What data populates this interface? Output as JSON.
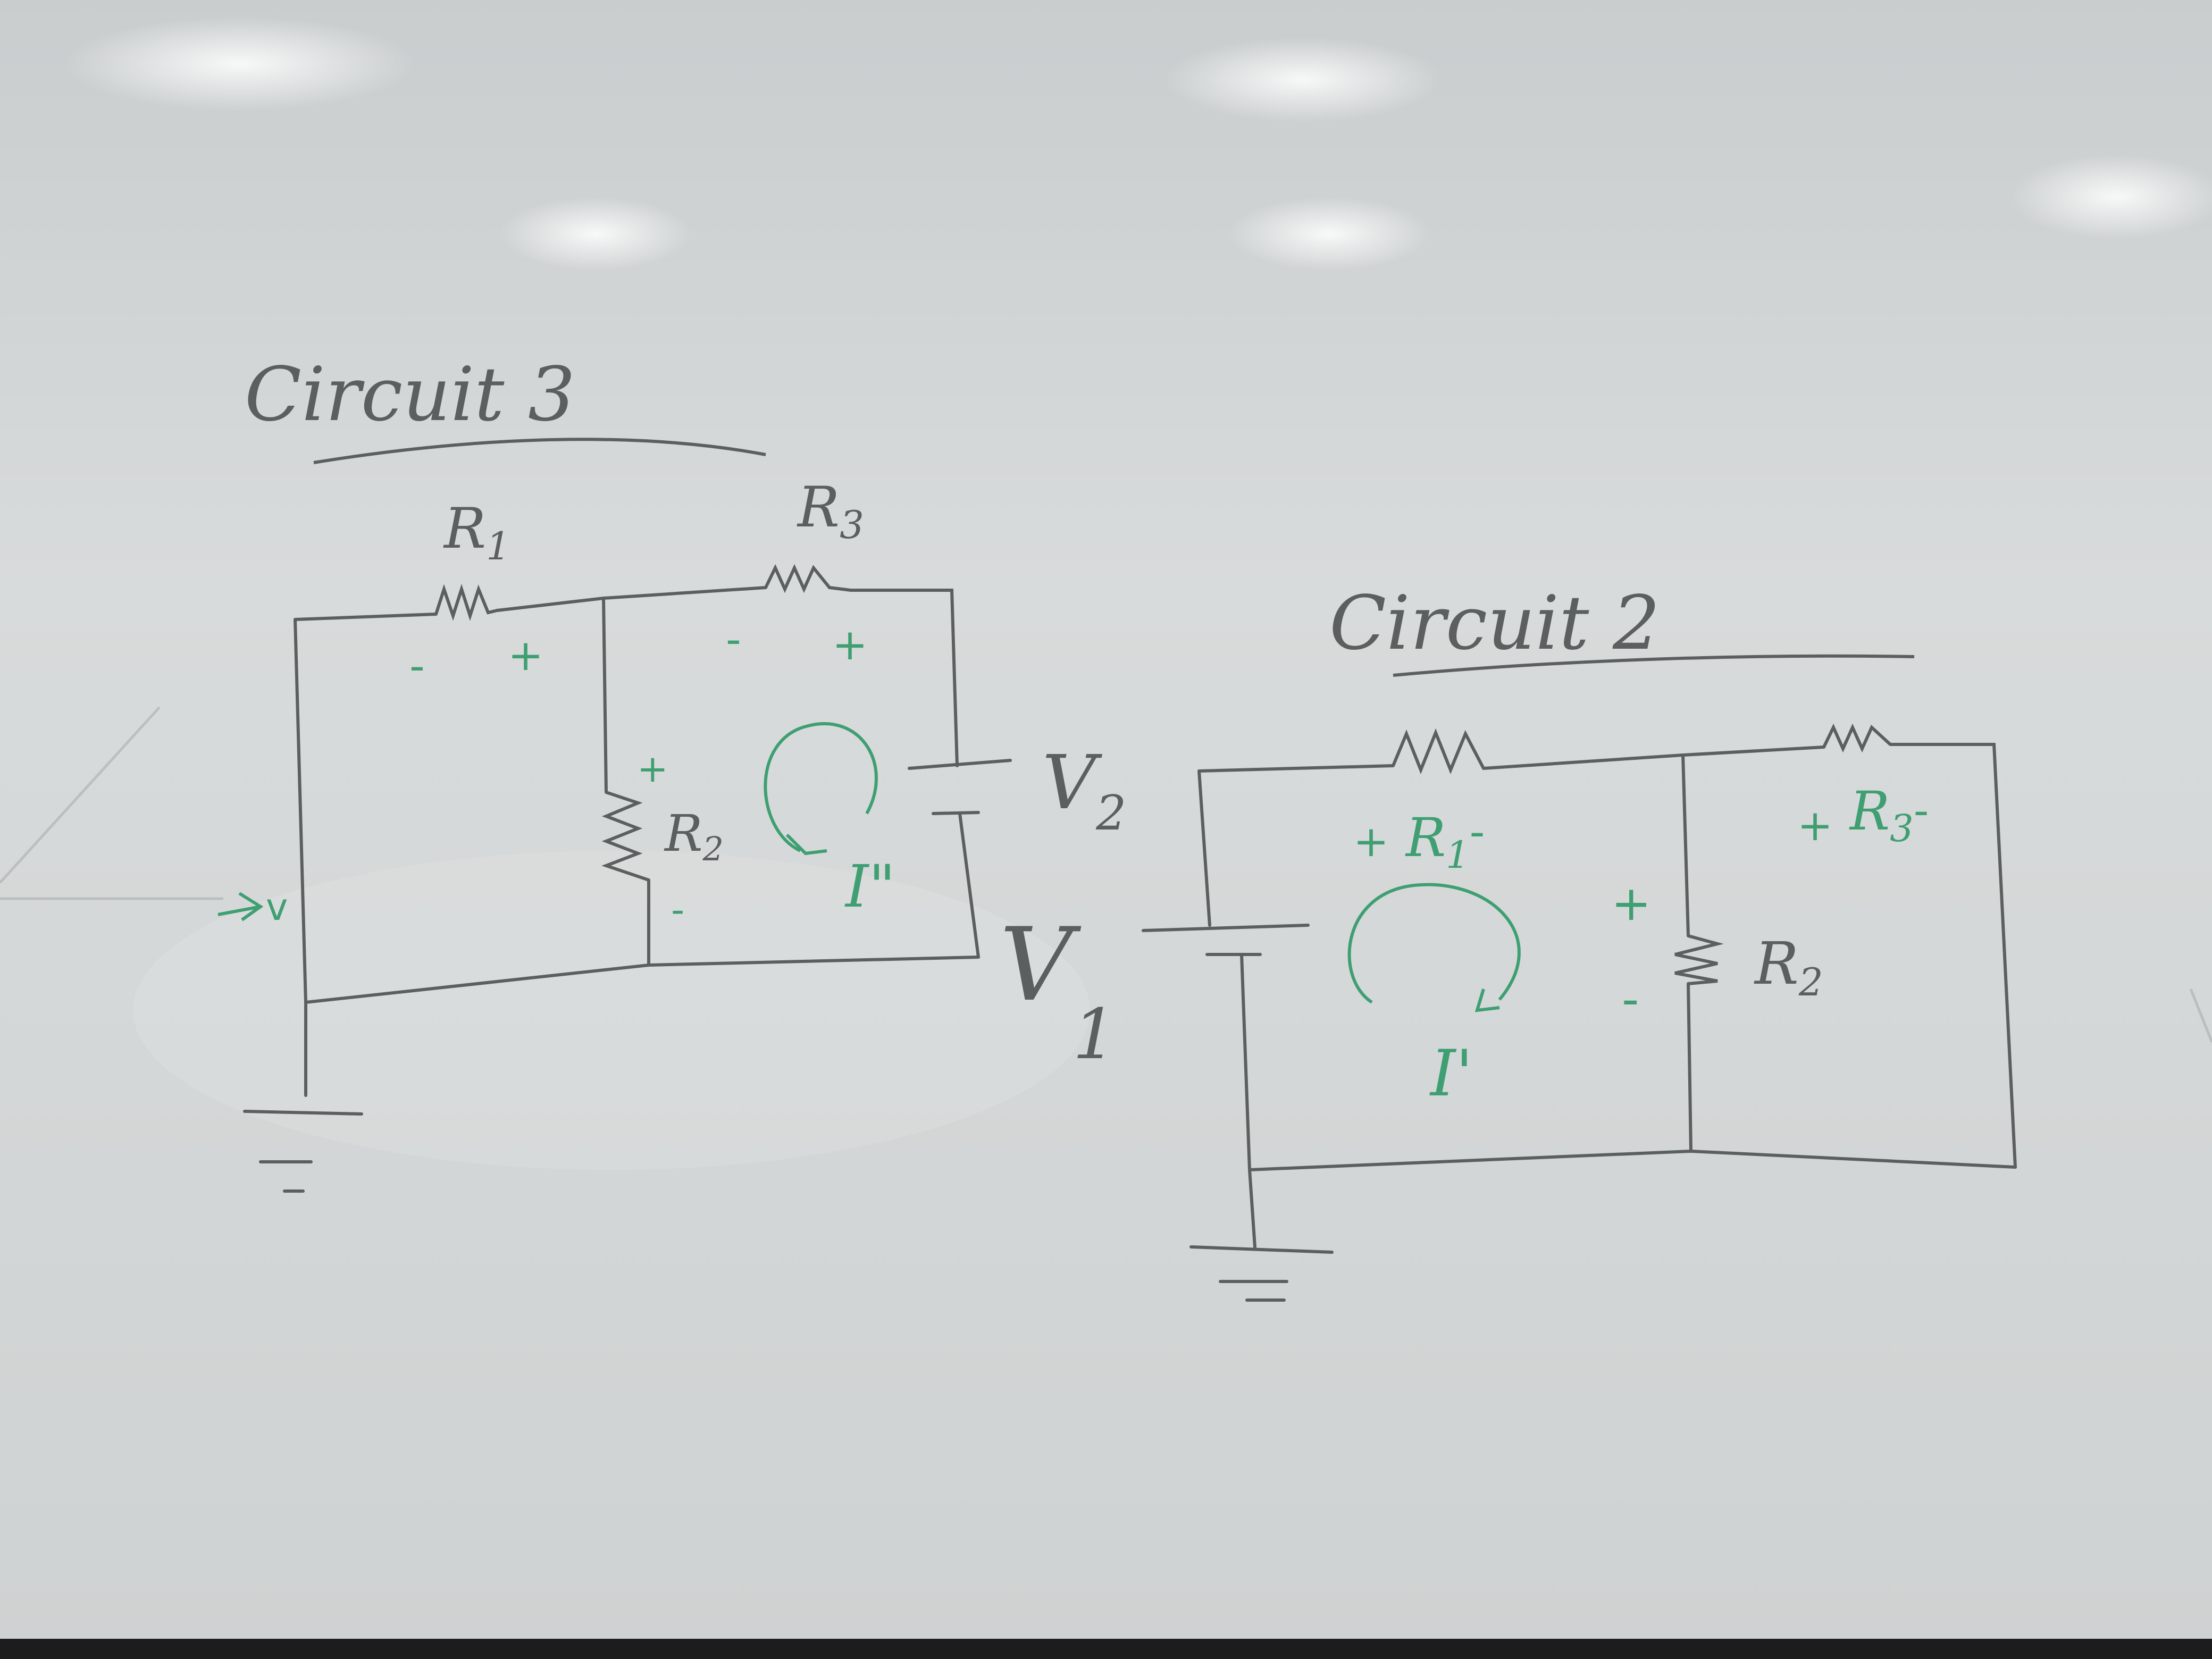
{
  "circuit3": {
    "title": "Circuit 3",
    "r1": {
      "label": "R",
      "sub": "1",
      "minus": "-",
      "plus": "+"
    },
    "r3": {
      "label": "R",
      "sub": "3",
      "minus": "-",
      "plus": "+"
    },
    "r2": {
      "label": "R",
      "sub": "2",
      "plus": "+",
      "minus": "-"
    },
    "v2": {
      "label": "V",
      "sub": "2"
    },
    "current": "I\"",
    "node": "v"
  },
  "circuit2": {
    "title": "Circuit 2",
    "r1": {
      "plus": "+",
      "label": "R",
      "sub": "1",
      "minus": "-"
    },
    "r3": {
      "plus": "+",
      "label": "R",
      "sub": "3",
      "minus": "-"
    },
    "r2": {
      "plus": "+",
      "minus": "-",
      "label": "R",
      "sub": "2"
    },
    "v1": {
      "label": "V",
      "sub": "1"
    },
    "current": "I'"
  },
  "colors": {
    "board": "#d4d7d7",
    "ink": "#5c5f60",
    "green": "#3f9f73",
    "glare": "#ffffff"
  }
}
